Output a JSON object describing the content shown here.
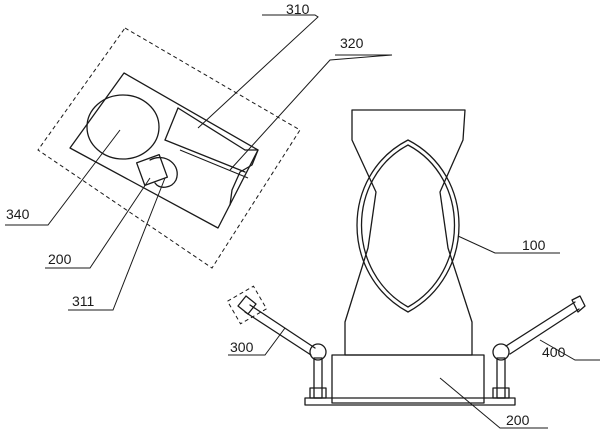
{
  "labels": {
    "l310": "310",
    "l320": "320",
    "l340": "340",
    "l200a": "200",
    "l311": "311",
    "l300": "300",
    "l100": "100",
    "l400": "400",
    "l200b": "200"
  }
}
